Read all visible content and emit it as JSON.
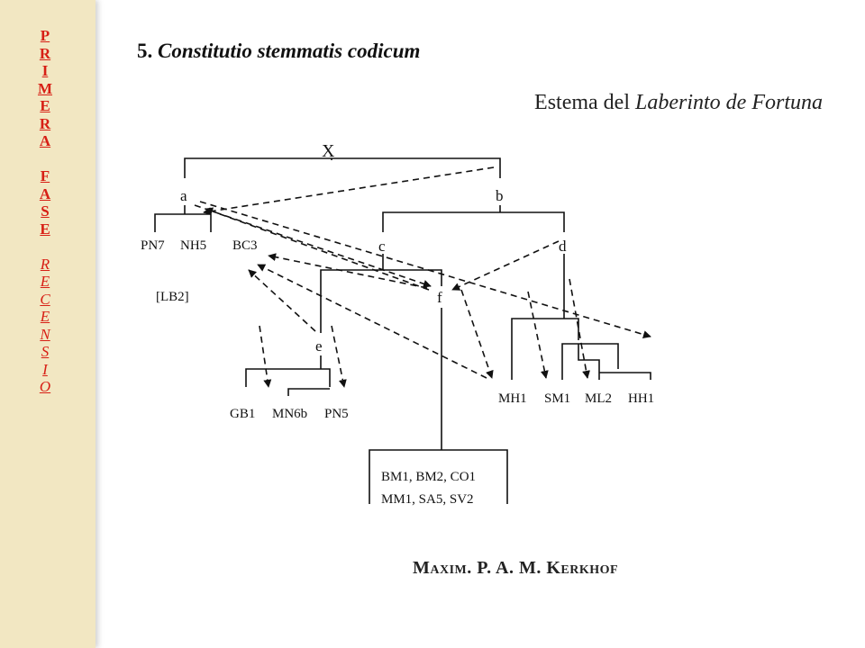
{
  "sidebar": {
    "letters": [
      {
        "ch": "P",
        "style": "bold"
      },
      {
        "ch": "R",
        "style": "bold"
      },
      {
        "ch": "I",
        "style": "bold"
      },
      {
        "ch": "M",
        "style": "bold"
      },
      {
        "ch": "E",
        "style": "bold"
      },
      {
        "ch": "R",
        "style": "bold"
      },
      {
        "ch": "A",
        "style": "bold"
      },
      {
        "ch": "",
        "style": "gap"
      },
      {
        "ch": "F",
        "style": "bold"
      },
      {
        "ch": "A",
        "style": "bold"
      },
      {
        "ch": "S",
        "style": "bold"
      },
      {
        "ch": "E",
        "style": "bold"
      },
      {
        "ch": "",
        "style": "gap"
      },
      {
        "ch": "R",
        "style": "ital"
      },
      {
        "ch": "E",
        "style": "ital"
      },
      {
        "ch": "C",
        "style": "ital"
      },
      {
        "ch": "E",
        "style": "ital"
      },
      {
        "ch": "N",
        "style": "ital"
      },
      {
        "ch": "S",
        "style": "ital"
      },
      {
        "ch": "I",
        "style": "ital"
      },
      {
        "ch": "O",
        "style": "ital"
      }
    ],
    "color": "#d71f15",
    "background": "#f2e7c2"
  },
  "title": {
    "number": "5.",
    "text": "Constitutio stemmatis codicum"
  },
  "subtitle": {
    "prefix": "Estema del ",
    "italic": "Laberinto de Fortuna"
  },
  "stemma": {
    "archetype": "X",
    "nodes": {
      "a": "a",
      "b": "b",
      "c": "c",
      "d": "d",
      "e": "e",
      "f": "f",
      "PN7": "PN7",
      "NH5": "NH5",
      "BC3": "BC3",
      "LB2": "[LB2]",
      "GB1": "GB1",
      "MN6b": "MN6b",
      "PN5": "PN5",
      "MH1": "MH1",
      "SM1": "SM1",
      "ML2": "ML2",
      "HH1": "HH1"
    },
    "group_box": [
      "BM1, BM2, CO1",
      "MM1, SA5, SV2"
    ],
    "line_color": "#111111"
  },
  "author": "Maxim. P. A. M. Kerkhof"
}
